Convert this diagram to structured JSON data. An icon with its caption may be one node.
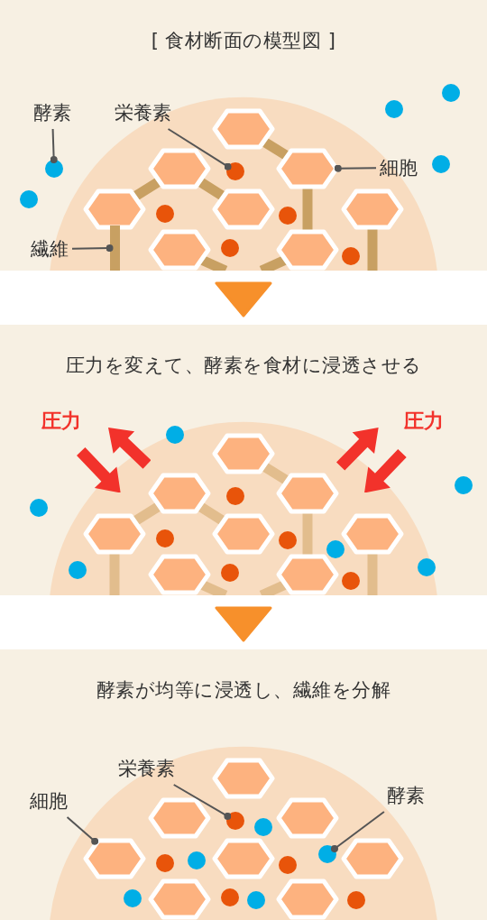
{
  "diagram": {
    "nodes": [
      {
        "text": [
          "[ 食材断面の模型図 ]"
        ]
      },
      {
        "text": [
          "圧力を変えて、酵素を食材に浸透させる"
        ]
      },
      {
        "text": [
          "酵素が均等に浸透し、繊維を分解"
        ]
      },
      {
        "text": [
          "酵素"
        ],
        "in": 0
      },
      {
        "text": [],
        "shape": "circle",
        "in": 0
      },
      {
        "text": [
          "栄養素"
        ],
        "in": 0
      },
      {
        "text": [],
        "shape": "circle",
        "in": 0
      },
      {
        "text": [
          "細胞"
        ],
        "in": 0
      },
      {
        "text": [],
        "shape": "hexagon",
        "in": 0
      },
      {
        "text": [
          "繊維"
        ],
        "in": 0
      },
      {
        "text": [],
        "shape": "bar",
        "in": 0
      },
      {
        "text": [
          "栄養素"
        ],
        "in": 2
      },
      {
        "text": [],
        "shape": "circle",
        "in": 2
      },
      {
        "text": [
          "細胞"
        ],
        "in": 2
      },
      {
        "text": [],
        "shape": "hexagon",
        "in": 2
      },
      {
        "text": [
          "酵素"
        ],
        "in": 2
      },
      {
        "text": [],
        "shape": "circle",
        "in": 2
      }
    ],
    "edges": [
      {
        "from": 0,
        "to": 1,
        "arrow": "to",
        "color": "#f7902b"
      },
      {
        "from": 1,
        "to": 2,
        "arrow": "to",
        "color": "#f7902b"
      },
      {
        "from": 3,
        "to": 4,
        "arrow": "other"
      },
      {
        "from": 5,
        "to": 6,
        "arrow": "other"
      },
      {
        "from": 7,
        "to": 8,
        "arrow": "other"
      },
      {
        "from": 9,
        "to": 10,
        "arrow": "other"
      },
      {
        "from": 11,
        "to": 12,
        "arrow": "other"
      },
      {
        "from": 13,
        "to": 14,
        "arrow": "other"
      },
      {
        "from": 15,
        "to": 16,
        "arrow": "other"
      }
    ],
    "labels": [
      "圧力",
      "圧力"
    ]
  }
}
